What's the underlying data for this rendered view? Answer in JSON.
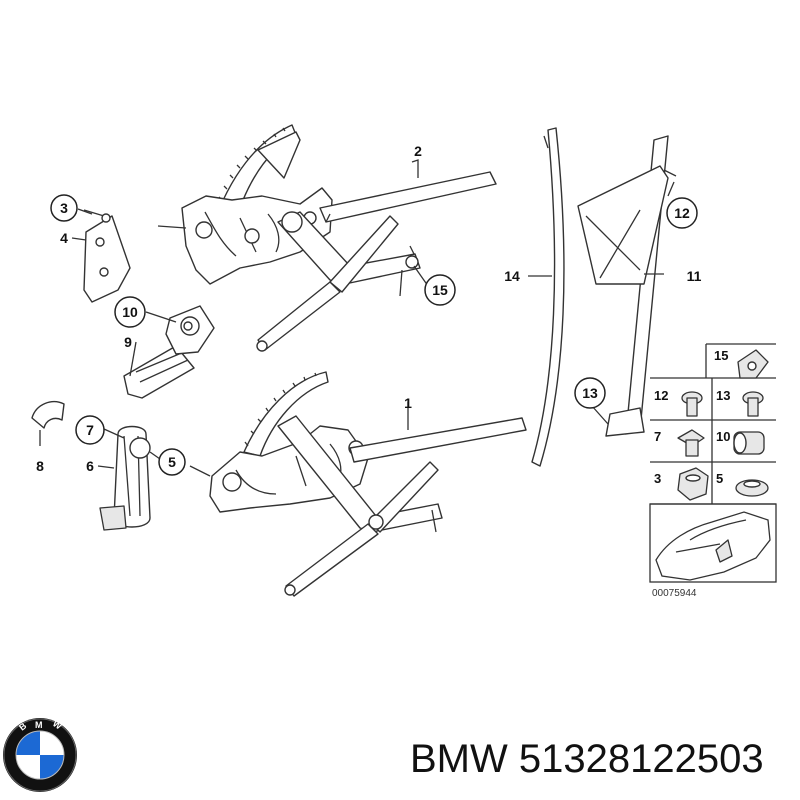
{
  "callouts": {
    "c1": "1",
    "c2": "2",
    "c3": "3",
    "c4": "4",
    "c5": "5",
    "c6": "6",
    "c7": "7",
    "c8": "8",
    "c9": "9",
    "c10": "10",
    "c11": "11",
    "c12": "12",
    "c13": "13",
    "c14": "14",
    "c15": "15"
  },
  "grid": {
    "g15": "15",
    "g12": "12",
    "g13": "13",
    "g7": "7",
    "g10": "10",
    "g3": "3",
    "g5": "5"
  },
  "diagram_id": "00075944",
  "footer": {
    "brand": "BMW",
    "part_number": "51328122503",
    "logo_letters": "BMW"
  },
  "colors": {
    "logo_blue": "#1c69d4",
    "logo_ring": "#111111"
  }
}
